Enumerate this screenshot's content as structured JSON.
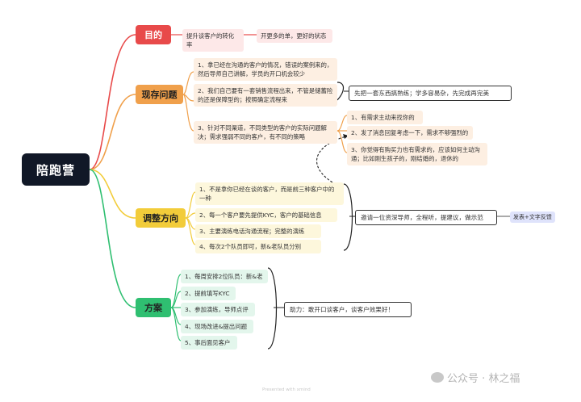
{
  "root": {
    "label": "陪跑营"
  },
  "branches": {
    "goal": {
      "label": "目的",
      "color": "#e84a4a",
      "items": [
        "提升谈客户的转化率",
        "开更多的单，更好的状态"
      ]
    },
    "problems": {
      "label": "现存问题",
      "color": "#f0a04b",
      "items": [
        "1、拿已经在沟通的客户的情况，错误的案例来的，然后导师自己讲解，学员的开口机会较少",
        "2、我们自己要有一套销售流程出来，不管是储蓄险的还是保障型的；按照确定流程来",
        "3、针对不同渠道，不同类型的客户的实际问题解决；需求强弱不同的客户，有不同的策略"
      ],
      "note": "先把一套东西搞熟练；学多容易杂，先完成再完美",
      "sub_items": [
        "1、有需求主动来找你的",
        "2、发了消息回复考虑一下，需求不够强烈的",
        "3、你觉得有购买力也有需求的，应该如何主动沟通；比如刚生孩子的，刚结婚的，退休的"
      ]
    },
    "adjust": {
      "label": "调整方向",
      "color": "#f2cc3a",
      "items": [
        "1、不是拿你已经在谈的客户，而是前三种客户中的一种",
        "2、每一个客户要先提供KYC，客户的基础信息",
        "3、主要演练电话沟通流程；完整的演练",
        "4、每次2个队员即可，新&老队员分别"
      ],
      "note": "邀请一位资深导师，全程听，提建议，做示范",
      "badge": "发表+文字反馈"
    },
    "plan": {
      "label": "方案",
      "color": "#2fbf71",
      "items": [
        "1、每周安排2位队员：新&老",
        "2、提前填写KYC",
        "3、参加演练，导师点评",
        "4、现场改进&提出问题",
        "5、事后面见客户"
      ],
      "note": "助力：敢开口谈客户，谈客户效果好！"
    }
  },
  "footer": {
    "watermark": "Presented with xmind",
    "brand": "公众号 · 林之福"
  }
}
